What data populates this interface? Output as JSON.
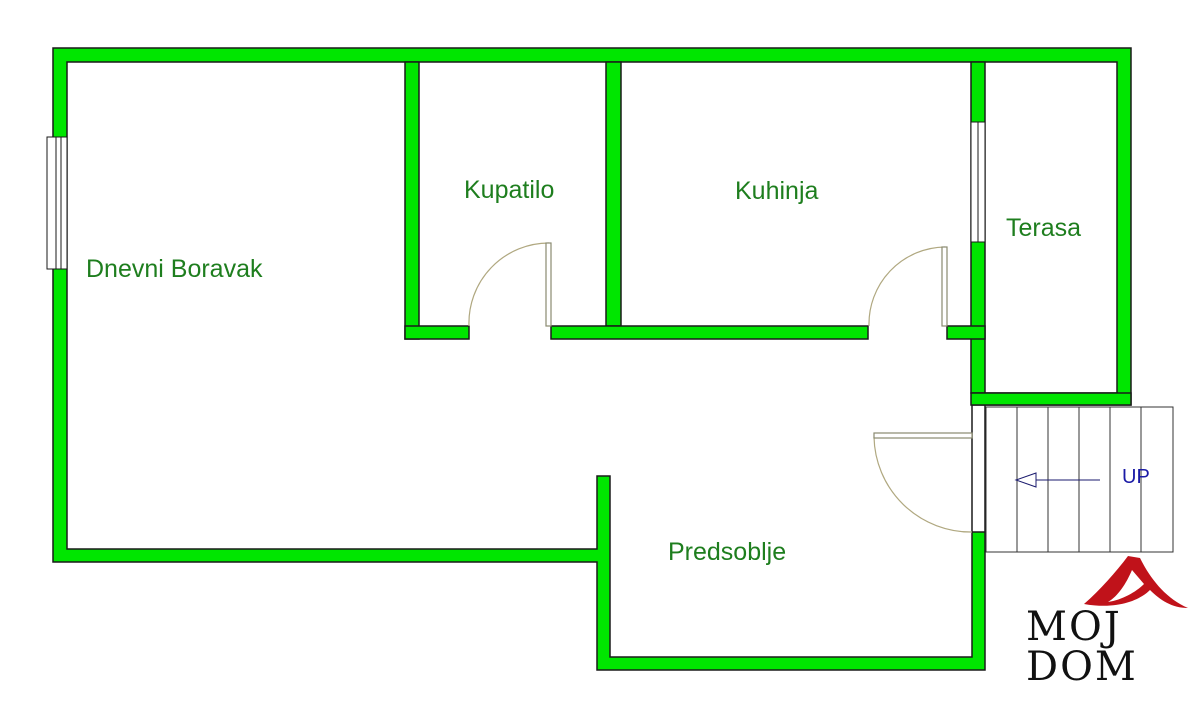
{
  "rooms": {
    "living": "Dnevni Boravak",
    "bathroom": "Kupatilo",
    "kitchen": "Kuhinja",
    "terrace": "Terasa",
    "hall": "Predsoblje"
  },
  "stairs": {
    "label": "UP"
  },
  "logo": {
    "line1": "MOJ",
    "line2": "DOM"
  },
  "colors": {
    "wall": "#00e600",
    "wall_edge": "#1a1a1a",
    "label": "#1e7e1e",
    "stairs_label": "#1a1aa6",
    "logo_accent": "#c0121a"
  }
}
